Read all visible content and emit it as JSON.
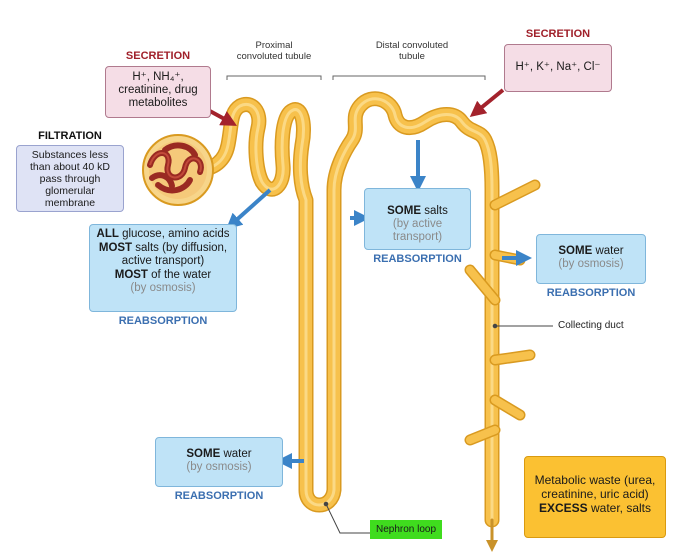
{
  "labels": {
    "proximal_tubule": "Proximal convoluted tubule",
    "distal_tubule": "Distal convoluted tubule",
    "collecting_duct": "Collecting duct",
    "nephron_loop": "Nephron loop"
  },
  "secretion_left": {
    "title": "SECRETION",
    "text": "H⁺, NH₄⁺, creatinine, drug metabolites"
  },
  "secretion_right": {
    "title": "SECRETION",
    "text": "H⁺, K⁺, Na⁺, Cl⁻"
  },
  "filtration": {
    "title": "FILTRATION",
    "text": "Substances less than about 40 kD pass through glomerular membrane"
  },
  "reabsorption_proximal": {
    "bold1": "ALL",
    "text1": " glucose, amino acids ",
    "bold2": "MOST",
    "text2": " salts (by diffusion, active transport)",
    "bold3": "MOST",
    "text3": " of the water",
    "note": "(by osmosis)",
    "title": "REABSORPTION"
  },
  "reabsorption_distal": {
    "bold": "SOME",
    "text": " salts",
    "note": "(by active transport)",
    "title": "REABSORPTION"
  },
  "reabsorption_duct": {
    "bold": "SOME",
    "text": " water",
    "note": "(by osmosis)",
    "title": "REABSORPTION"
  },
  "reabsorption_loop": {
    "bold": "SOME",
    "text": " water",
    "note": "(by osmosis)",
    "title": "REABSORPTION"
  },
  "urine": {
    "text1": "Metabolic waste (urea, creatinine, uric acid)",
    "bold": "EXCESS",
    "text2": " water, salts"
  },
  "colors": {
    "tubule": "#f7c14c",
    "tubule_edge": "#d99a20",
    "arrow_blue": "#3b84c8",
    "arrow_red": "#a3222c",
    "glomerulus": "#9a2a22"
  }
}
